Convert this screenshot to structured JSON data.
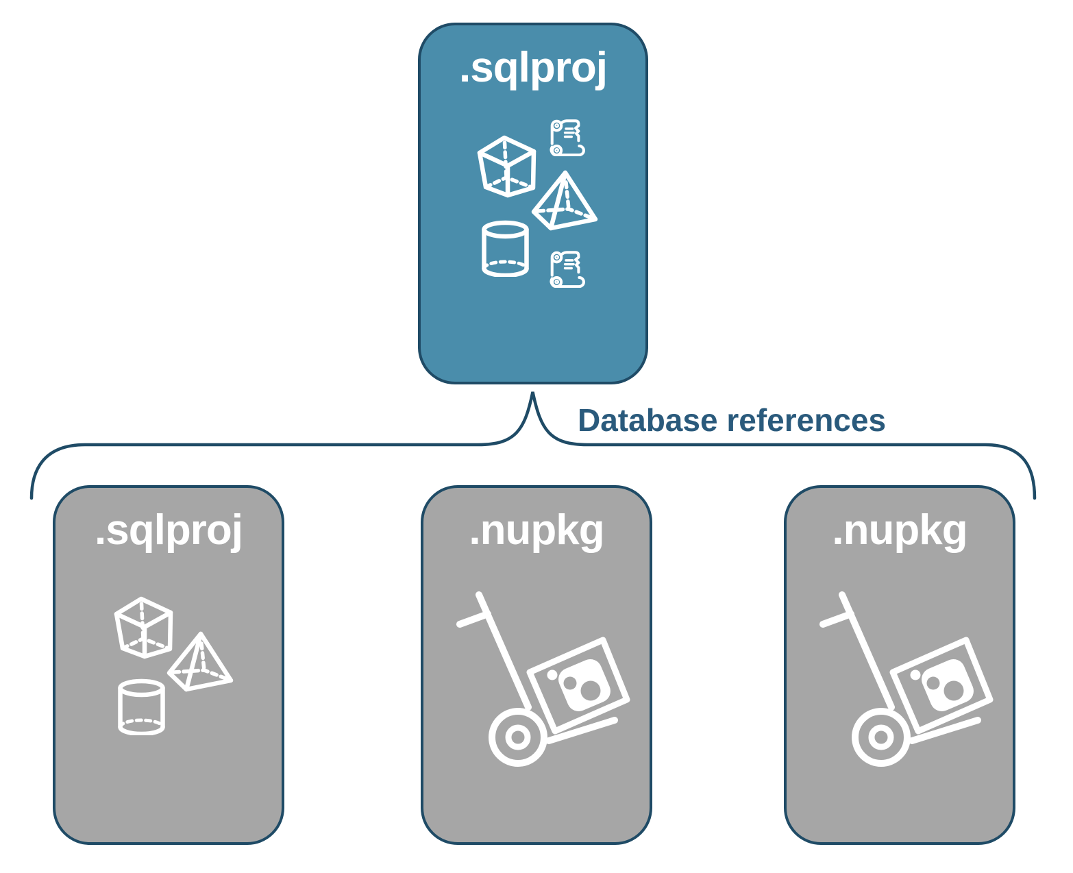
{
  "diagram": {
    "root": {
      "label": ".sqlproj",
      "fill": "#4A8DAB",
      "icons": [
        "scroll-icon",
        "cube-icon",
        "pyramid-icon",
        "cylinder-icon",
        "scroll-icon"
      ]
    },
    "connector": {
      "label": "Database references",
      "shape": "upward-curly-brace"
    },
    "children": [
      {
        "label": ".sqlproj",
        "fill": "#A6A6A6",
        "icons": [
          "cube-icon",
          "pyramid-icon",
          "cylinder-icon"
        ]
      },
      {
        "label": ".nupkg",
        "fill": "#A6A6A6",
        "icons": [
          "nuget-handtruck-icon"
        ]
      },
      {
        "label": ".nupkg",
        "fill": "#A6A6A6",
        "icons": [
          "nuget-handtruck-icon"
        ]
      }
    ],
    "colors": {
      "accent_teal": "#4A8DAB",
      "node_gray": "#A6A6A6",
      "border_navy": "#1F4B66",
      "label_text": "#2A5A7C",
      "icon_white": "#FFFFFF",
      "background": "#FFFFFF"
    }
  }
}
